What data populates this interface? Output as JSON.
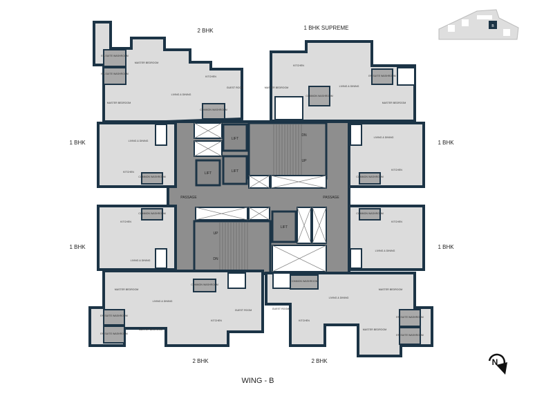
{
  "title": "WING - B",
  "unit_labels": {
    "top_left": "2 BHK",
    "top_right": "1 BHK SUPREME",
    "left_upper": "1 BHK",
    "right_upper": "1 BHK",
    "left_lower": "1 BHK",
    "right_lower": "1 BHK",
    "bottom_left": "2 BHK",
    "bottom_right": "2 BHK"
  },
  "core": {
    "lift": "LIFT",
    "passage": "PASSAGE",
    "up": "UP",
    "dn": "DN"
  },
  "rooms": {
    "master_bedroom": "MASTER BEDROOM",
    "en_suite": "EN-SUITE WASHROOM",
    "living_dining": "LIVING & DINING",
    "kitchen": "KITCHEN",
    "guest_room": "GUEST ROOM",
    "common_washroom": "COMMON WASHROOM"
  },
  "key_plan": {
    "highlight": "B"
  },
  "compass": {
    "label": "N"
  },
  "colors": {
    "wall": "#1c3446",
    "floor": "#dcdcdc",
    "core": "#8e8e8e",
    "wet": "#a9a9a9"
  }
}
